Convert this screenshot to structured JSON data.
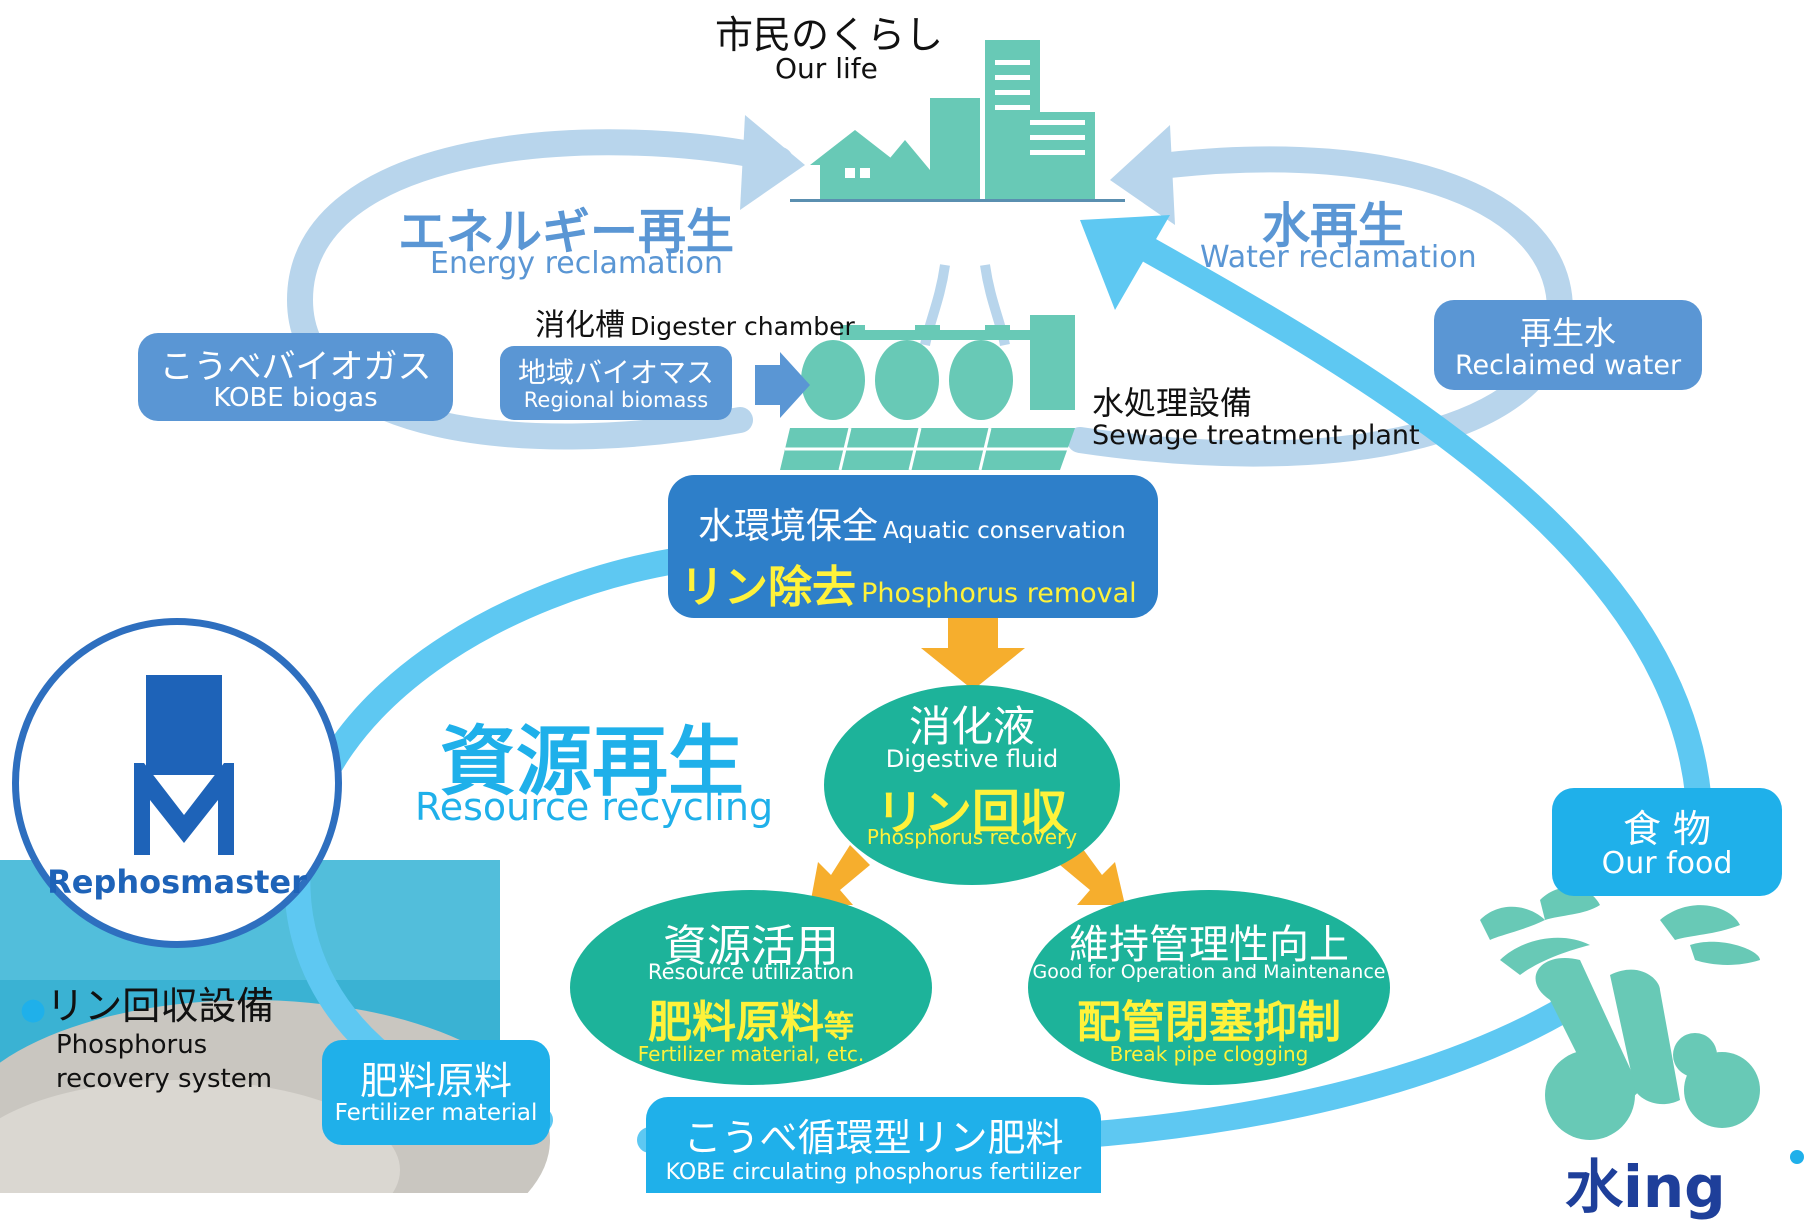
{
  "colors": {
    "energy_arc": "#b8d5ec",
    "recycle_arc": "#5ec8f2",
    "teal": "#68c9b6",
    "dark_teal": "#1db39a",
    "blue_box": "#5a96d4",
    "navy_box": "#2e7fc9",
    "sky_box": "#1fb0ea",
    "yellow": "#fff23a",
    "orange_arrow": "#f6ae2d",
    "brand_blue": "#1e63b8"
  },
  "top": {
    "jp": "市民のくらし",
    "en": "Our life"
  },
  "energy": {
    "jp": "エネルギー再生",
    "en": "Energy reclamation"
  },
  "water": {
    "jp": "水再生",
    "en": "Water reclamation"
  },
  "digester": {
    "jp": "消化槽",
    "en": "Digester chamber"
  },
  "biogas": {
    "jp": "こうべバイオガス",
    "en": "KOBE biogas"
  },
  "biomass": {
    "jp": "地域バイオマス",
    "en": "Regional biomass"
  },
  "reclaimed": {
    "jp": "再生水",
    "en": "Reclaimed water"
  },
  "sewage": {
    "jp": "水処理設備",
    "en": "Sewage treatment plant"
  },
  "aquatic": {
    "jp": "水環境保全",
    "en": "Aquatic conservation",
    "jp2": "リン除去",
    "en2": "Phosphorus removal"
  },
  "resource": {
    "jp": "資源再生",
    "en": "Resource recycling"
  },
  "fluid": {
    "jp": "消化液",
    "en": "Digestive fluid",
    "jp2": "リン回収",
    "en2": "Phosphorus recovery"
  },
  "utilization": {
    "jp": "資源活用",
    "en": "Resource utilization",
    "jp2": "肥料原料",
    "jp2_small": "等",
    "en2": "Fertilizer material, etc."
  },
  "maintenance": {
    "jp": "維持管理性向上",
    "en": "Good for Operation and Maintenance",
    "jp2": "配管閉塞抑制",
    "en2": "Break pipe clogging"
  },
  "food": {
    "jp": "食 物",
    "en": "Our food"
  },
  "rephos": {
    "label": "Rephosmaster"
  },
  "recovery_system": {
    "bullet": "●",
    "jp": "リン回収設備",
    "en1": "Phosphorus",
    "en2": "recovery system"
  },
  "fertilizer": {
    "jp": "肥料原料",
    "en": "Fertilizer material"
  },
  "kobe_fert": {
    "jp": "こうべ循環型リン肥料",
    "en": "KOBE circulating phosphorus fertilizer"
  },
  "corner_logo": {
    "text": "水ing"
  },
  "icons": [
    "city-buildings-icon",
    "digester-tanks-icon",
    "vegetables-icon",
    "rephosmaster-icon",
    "orange-arrow-icon"
  ]
}
